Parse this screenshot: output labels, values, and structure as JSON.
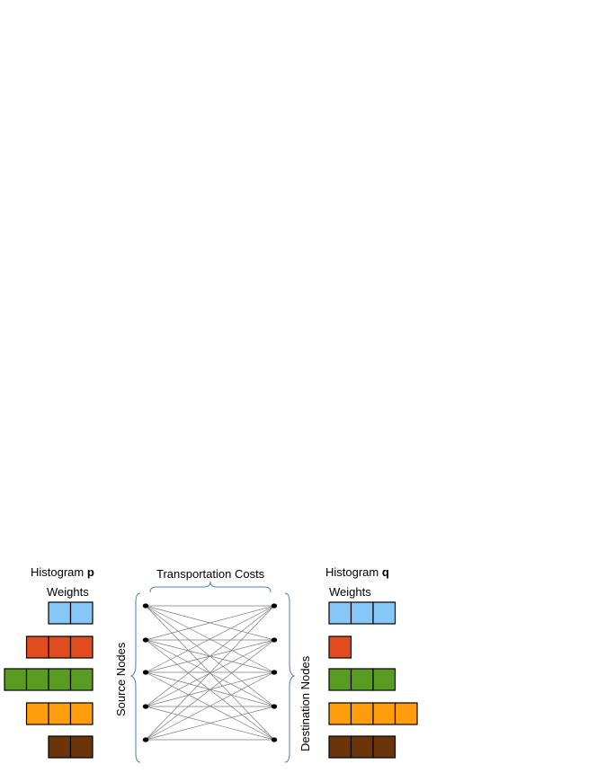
{
  "left_histogram": {
    "title_prefix": "Histogram ",
    "title_symbol": "p",
    "weights_label": "Weights",
    "weights": [
      2,
      3,
      4,
      3,
      2
    ]
  },
  "right_histogram": {
    "title_prefix": "Histogram ",
    "title_symbol": "q",
    "weights_label": "Weights",
    "weights": [
      3,
      1,
      3,
      4,
      3
    ]
  },
  "transport_label": "Transportation Costs",
  "source_label": "Source Nodes",
  "destination_label": "Destination Nodes",
  "row_colors": [
    "#86c7f7",
    "#e14c1e",
    "#5a9c22",
    "#ff9d0c",
    "#6b3509"
  ],
  "node_count": 5
}
